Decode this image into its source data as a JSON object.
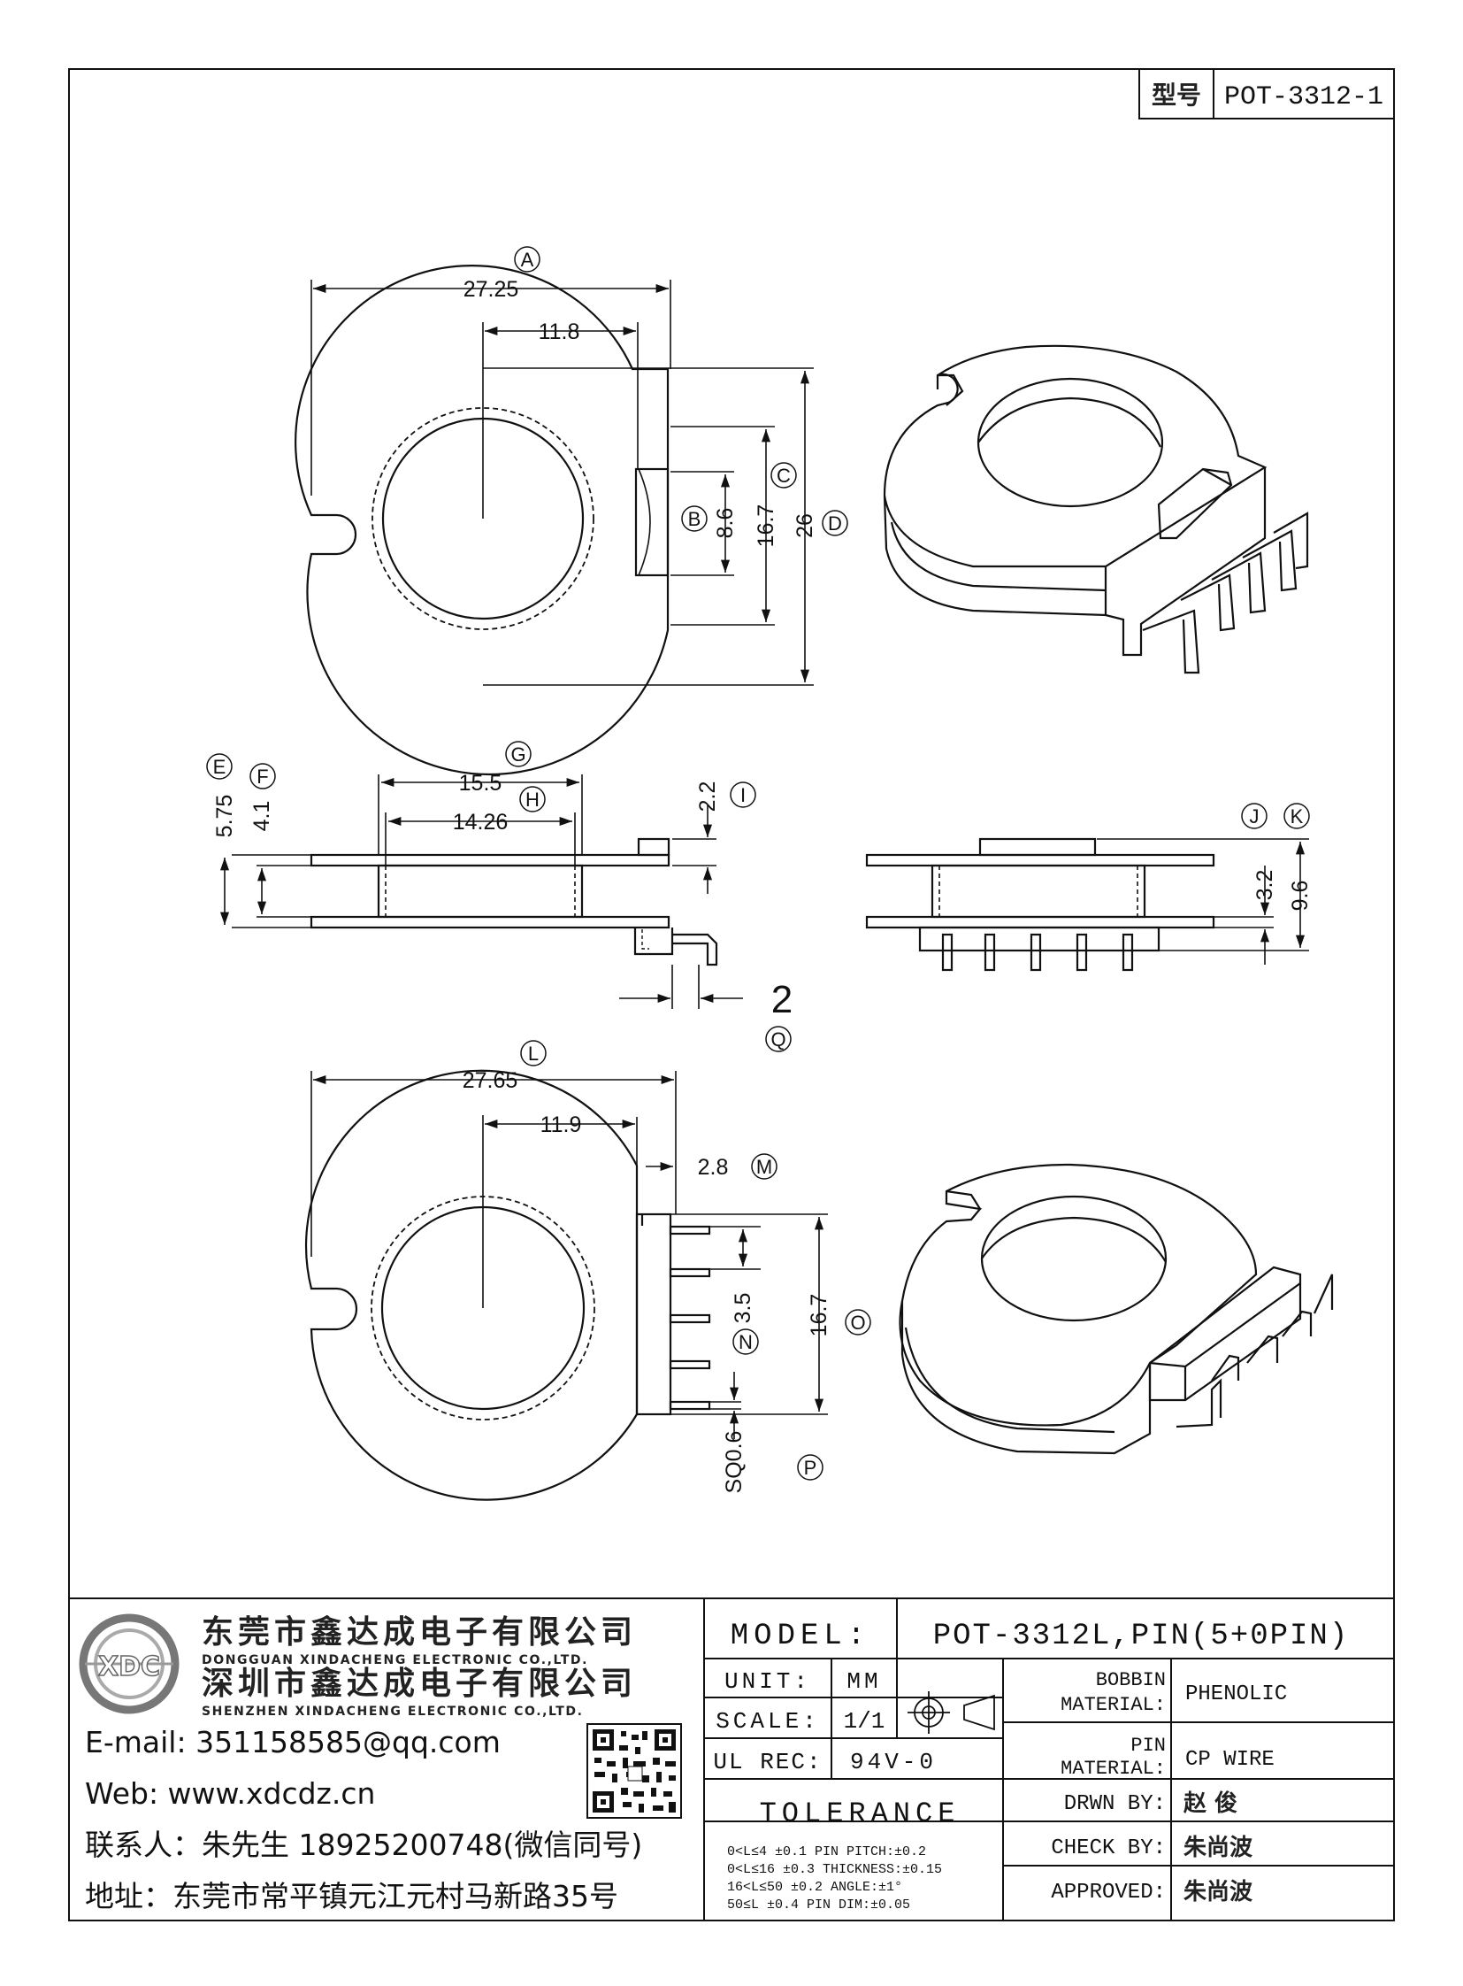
{
  "model_tag": {
    "label": "型号",
    "value": "POT-3312-1"
  },
  "top_view": {
    "dims": {
      "A": "27.25",
      "inner": "11.8",
      "B": "8.6",
      "C": "16.7",
      "D": "26"
    },
    "letters": [
      "A",
      "B",
      "C",
      "D"
    ]
  },
  "side_view": {
    "dims": {
      "E": "5.75",
      "F": "4.1",
      "G": "15.5",
      "H": "14.26",
      "I": "2.2",
      "Q": "2"
    },
    "letters": [
      "E",
      "F",
      "G",
      "H",
      "I",
      "Q"
    ]
  },
  "front_view": {
    "dims": {
      "K": "9.6",
      "J": "3.2"
    },
    "letters": [
      "J",
      "K"
    ]
  },
  "bottom_view": {
    "dims": {
      "L": "27.65",
      "inner": "11.9",
      "M": "2.8",
      "N": "3.5",
      "O": "16.7",
      "P": "SQ0.6"
    },
    "letters": [
      "L",
      "M",
      "N",
      "O",
      "P"
    ]
  },
  "company": {
    "name_dg": "东莞市鑫达成电子有限公司",
    "name_dg_en": "DONGGUAN XINDACHENG ELECTRONIC CO.,LTD.",
    "name_sz": "深圳市鑫达成电子有限公司",
    "name_sz_en": "SHENZHEN XINDACHENG ELECTRONIC CO.,LTD.",
    "logo_text": "XDC",
    "email": "E-mail: 351158585@qq.com",
    "web": "Web: www.xdcdz.cn",
    "contact": "联系人：朱先生 18925200748(微信同号)",
    "address": "地址：东莞市常平镇元江元村马新路35号"
  },
  "title_block": {
    "model_label": "MODEL:",
    "model_value": "POT-3312L,PIN(5+0PIN)",
    "unit_label": "UNIT:",
    "unit_value": "MM",
    "scale_label": "SCALE:",
    "scale_value": "1/1",
    "ul_label": "UL REC:",
    "ul_value": "94V-0",
    "tolerance_label": "TOLERANCE",
    "tol_rows": [
      "0<L≤4    ±0.1  PIN PITCH:±0.2",
      "0<L≤16   ±0.3  THICKNESS:±0.15",
      "16<L≤50  ±0.2  ANGLE:±1°",
      "50≤L     ±0.4  PIN DIM:±0.05"
    ],
    "bobbin_label_1": "BOBBIN",
    "bobbin_label_2": "MATERIAL:",
    "bobbin_value": "PHENOLIC",
    "pin_label_1": "PIN",
    "pin_label_2": "MATERIAL:",
    "pin_value": "CP WIRE",
    "drawn_label": "DRWN BY:",
    "drawn_value": "赵 俊",
    "check_label": "CHECK BY:",
    "check_value": "朱尚波",
    "approved_label": "APPROVED:",
    "approved_value": "朱尚波"
  }
}
